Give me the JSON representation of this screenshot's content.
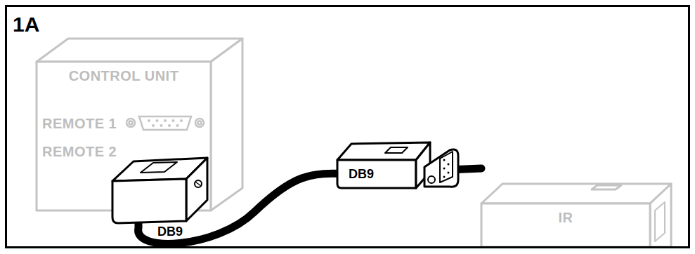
{
  "diagram": {
    "title": "1A",
    "nodes": [
      {
        "text": [
          "CONTROL UNIT",
          "REMOTE 1",
          "REMOTE 2"
        ]
      },
      {
        "text": [
          "IR"
        ]
      }
    ],
    "edges": [
      {
        "from": 0,
        "to": 1,
        "arrow": "none"
      }
    ],
    "labels": [
      "DB9",
      "DB9"
    ]
  }
}
